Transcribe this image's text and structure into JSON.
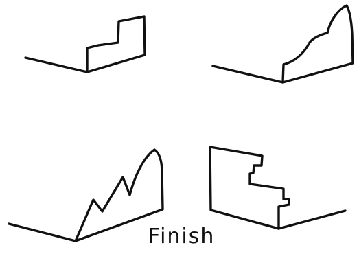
{
  "caption": "Finish",
  "colors": {
    "ink": "#111111",
    "background": "#ffffff"
  },
  "sketches": [
    "square-step-profile",
    "curved-molding-profile",
    "zigzag-profile",
    "notched-block-profile"
  ]
}
